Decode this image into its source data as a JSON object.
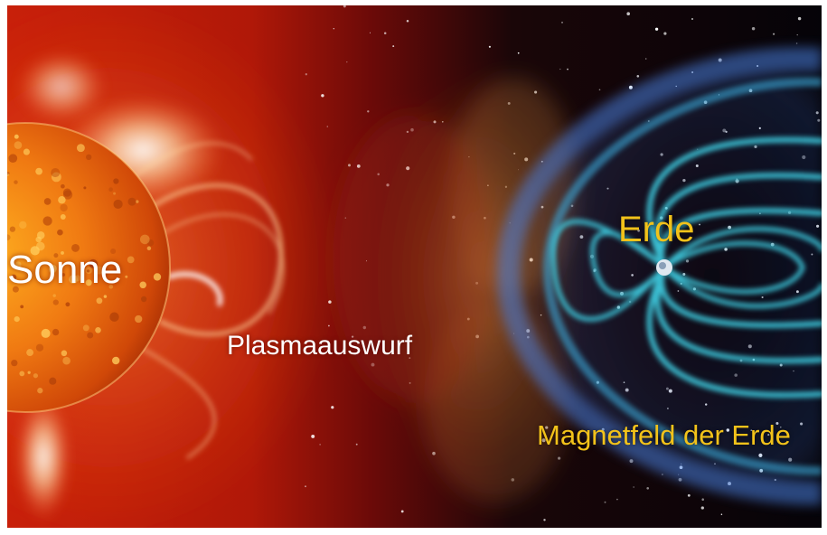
{
  "labels": {
    "sun": "Sonne",
    "cme": "Plasmaauswurf",
    "earth": "Erde",
    "magnetic_field": "Magnetfeld der Erde"
  },
  "colors": {
    "sun_label": "#ffffff",
    "cme_label": "#ffffff",
    "earth_label": "#f2c21a",
    "field_label": "#f2c21a",
    "sun_core": "#f0821a",
    "field_lines": "#3cc8dc",
    "space": "#05030a"
  }
}
